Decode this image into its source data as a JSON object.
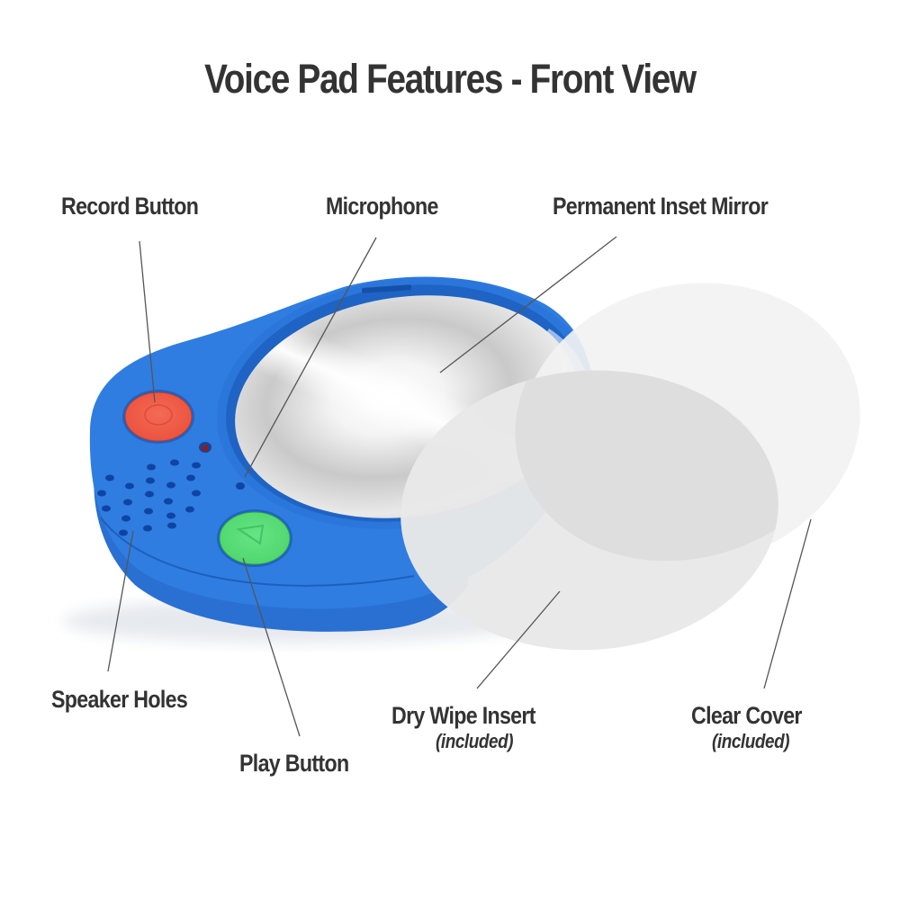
{
  "title": "Voice Pad Features - Front View",
  "colors": {
    "body_blue": "#2f7de0",
    "body_blue_dark": "#1f63c4",
    "record_red": "#f2604a",
    "play_green": "#5de07a",
    "mirror_gray": "#cfcfcf",
    "dry_wipe": "#e8e8e8",
    "clear_cover": "#f3f3f3",
    "text": "#333333",
    "leader_line": "#555555"
  },
  "callouts": {
    "record_button": {
      "label": "Record Button"
    },
    "microphone": {
      "label": "Microphone"
    },
    "mirror": {
      "label": "Permanent Inset Mirror"
    },
    "speaker_holes": {
      "label": "Speaker Holes"
    },
    "play_button": {
      "label": "Play Button"
    },
    "dry_wipe_insert": {
      "label": "Dry Wipe Insert",
      "note": "(included)"
    },
    "clear_cover": {
      "label": "Clear Cover",
      "note": "(included)"
    }
  }
}
